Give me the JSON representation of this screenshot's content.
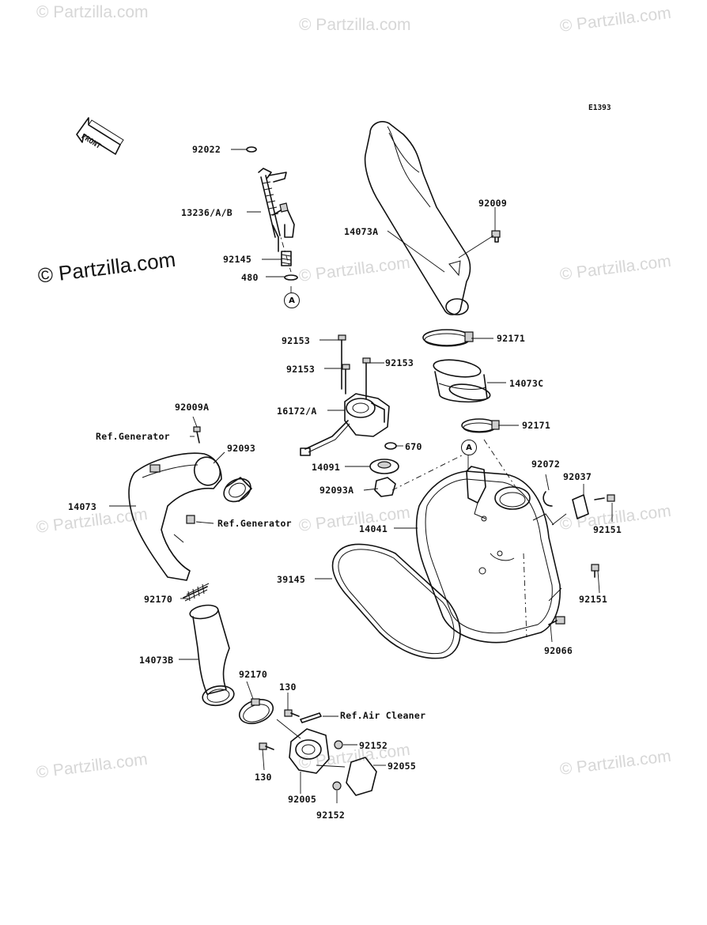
{
  "diagram_code": "E1393",
  "front_label": "FRONT",
  "watermarks": {
    "faint": "© Partzilla.com",
    "prominent": "© Partzilla.com"
  },
  "reference_marker": "A",
  "labels": {
    "p92022": "92022",
    "p13236": "13236/A/B",
    "p92145": "92145",
    "p480": "480",
    "p14073A": "14073A",
    "p92009": "92009",
    "p92171a": "92171",
    "p92153a": "92153",
    "p92153b": "92153",
    "p92153c": "92153",
    "p14073C": "14073C",
    "p16172": "16172/A",
    "p92171b": "92171",
    "p670": "670",
    "p14091": "14091",
    "p92093A": "92093A",
    "p92009A": "92009A",
    "refGen1": "Ref.Generator",
    "p92093": "92093",
    "p14073": "14073",
    "refGen2": "Ref.Generator",
    "p92072": "92072",
    "p92037": "92037",
    "p92151a": "92151",
    "p14041": "14041",
    "p39145": "39145",
    "p92151b": "92151",
    "p92170a": "92170",
    "p92066": "92066",
    "p14073B": "14073B",
    "p92170b": "92170",
    "p130a": "130",
    "refAir": "Ref.Air Cleaner",
    "p92152a": "92152",
    "p92055": "92055",
    "p130b": "130",
    "p92005": "92005",
    "p92152b": "92152"
  }
}
